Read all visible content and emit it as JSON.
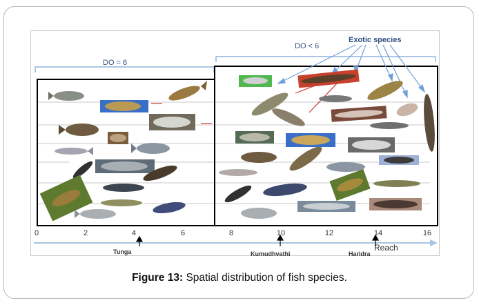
{
  "figure": {
    "caption_label": "Figure 13:",
    "caption_text": " Spatial distribution of fish species.",
    "do_left_label": "DO = 6",
    "do_right_label": "DO < 6",
    "exotic_label": "Exotic species",
    "axis_ticks": [
      "0",
      "2",
      "4",
      "6",
      "8",
      "10",
      "12",
      "14",
      "16"
    ],
    "axis_label": "Reach",
    "locations": [
      {
        "name": "Tunga"
      },
      {
        "name": "Kumudhvathi"
      },
      {
        "name": "Haridra"
      }
    ],
    "colors": {
      "box_border": "#000000",
      "bracket": "#8fb3dc",
      "label_blue": "#2f4f7f",
      "arrow_blue": "#6fa0d8",
      "red_arrow": "#d23030",
      "grid_line": "#c8c8c8",
      "axis_arrow": "#a9c4e4"
    }
  }
}
